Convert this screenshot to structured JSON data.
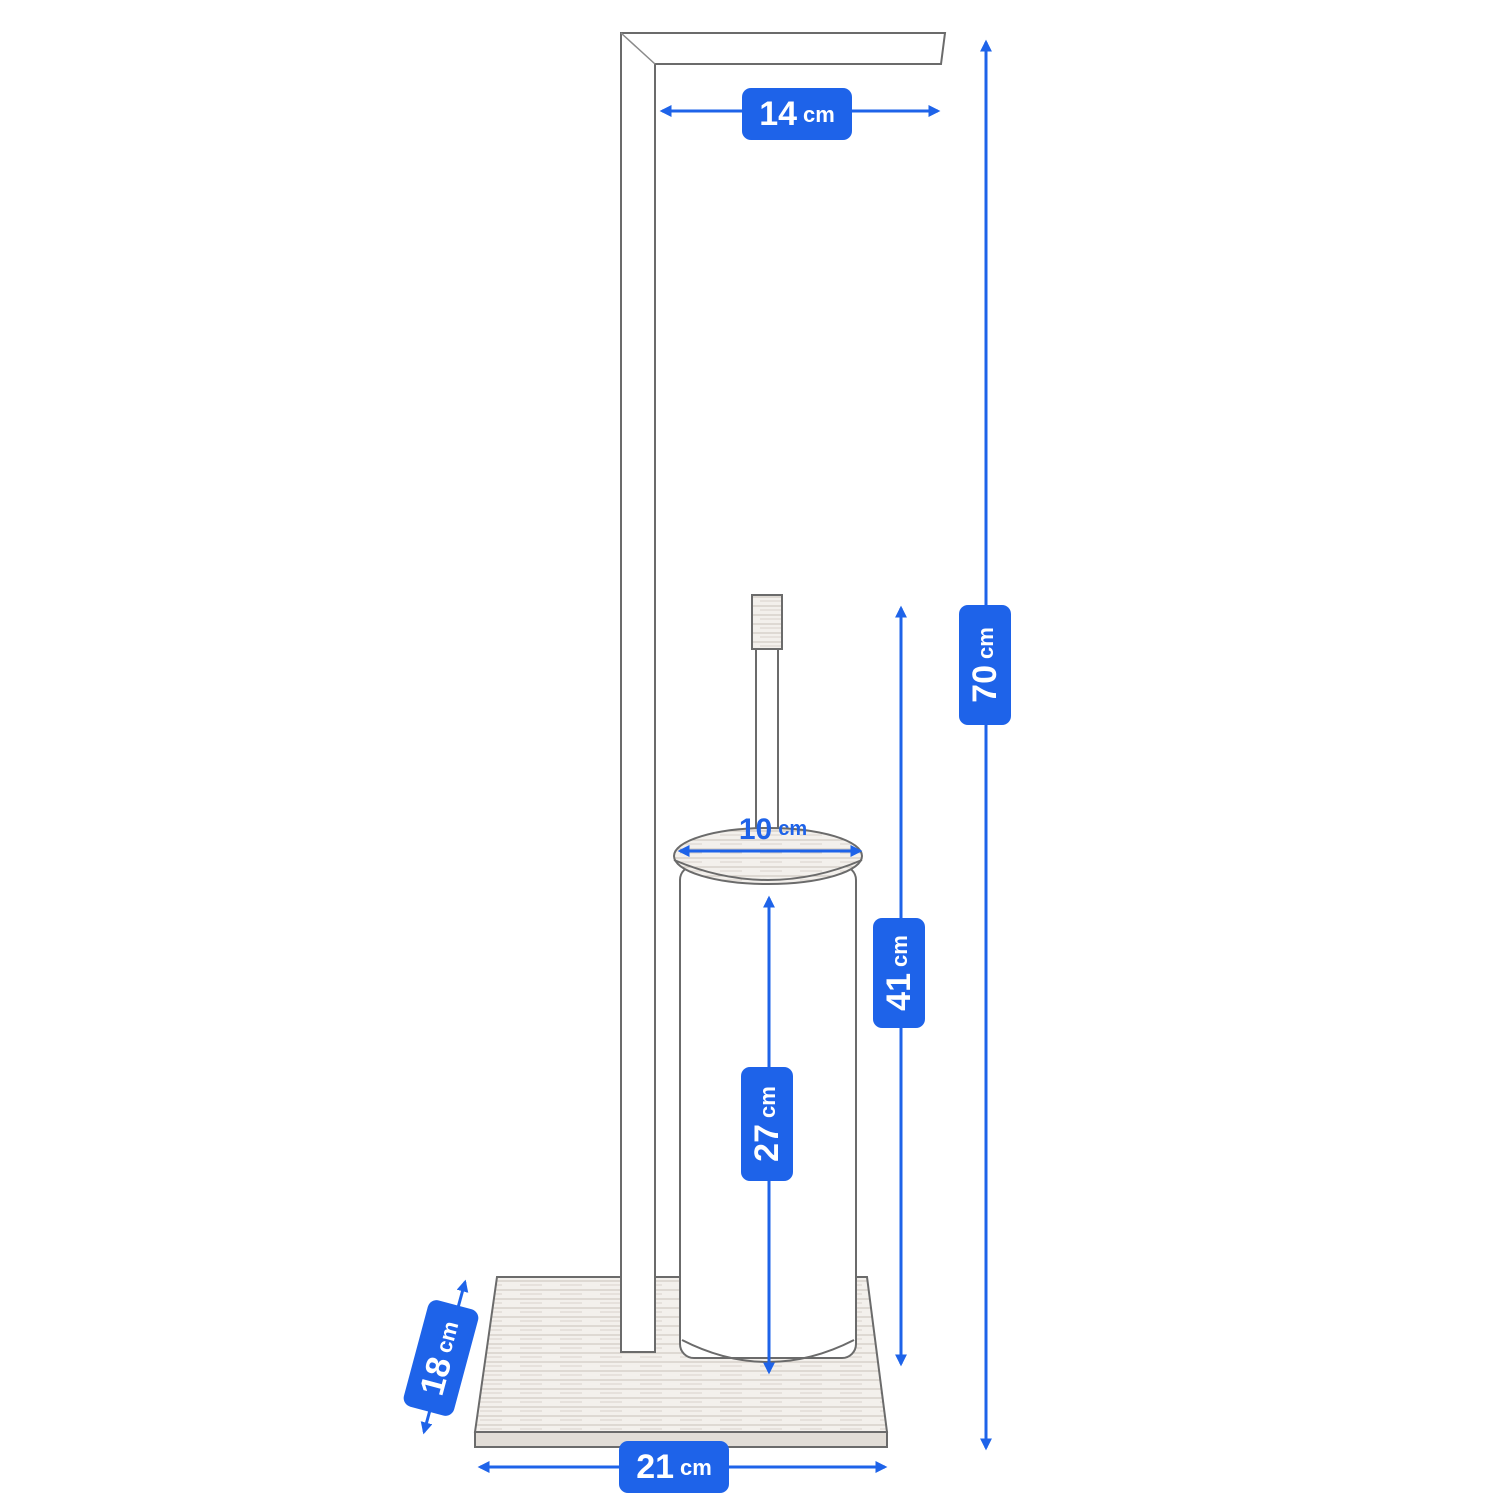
{
  "diagram": {
    "colors": {
      "dimension": "#1e63e9",
      "outline": "#6b6b6b",
      "wood": "#b9b2aa",
      "background": "#ffffff"
    },
    "dimensions": {
      "total_height": {
        "value": "70",
        "unit": "cm"
      },
      "holder_height": {
        "value": "41",
        "unit": "cm"
      },
      "canister_height": {
        "value": "27",
        "unit": "cm"
      },
      "arm_width": {
        "value": "14",
        "unit": "cm"
      },
      "canister_diameter": {
        "value": "10",
        "unit": "cm"
      },
      "base_width": {
        "value": "21",
        "unit": "cm"
      },
      "base_depth": {
        "value": "18",
        "unit": "cm"
      }
    }
  }
}
